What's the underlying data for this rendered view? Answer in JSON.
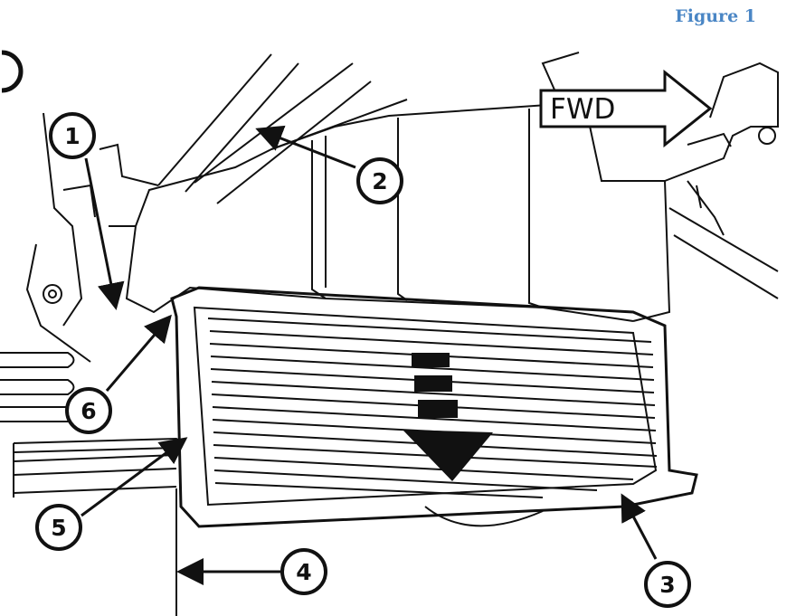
{
  "caption": "Figure 1",
  "direction_label": "FWD",
  "callouts": [
    {
      "id": "1",
      "text": "1"
    },
    {
      "id": "2",
      "text": "2"
    },
    {
      "id": "3",
      "text": "3"
    },
    {
      "id": "4",
      "text": "4"
    },
    {
      "id": "5",
      "text": "5"
    },
    {
      "id": "6",
      "text": "6"
    }
  ],
  "colors": {
    "caption": "#4a86c5",
    "ink": "#111111",
    "background": "#ffffff"
  }
}
